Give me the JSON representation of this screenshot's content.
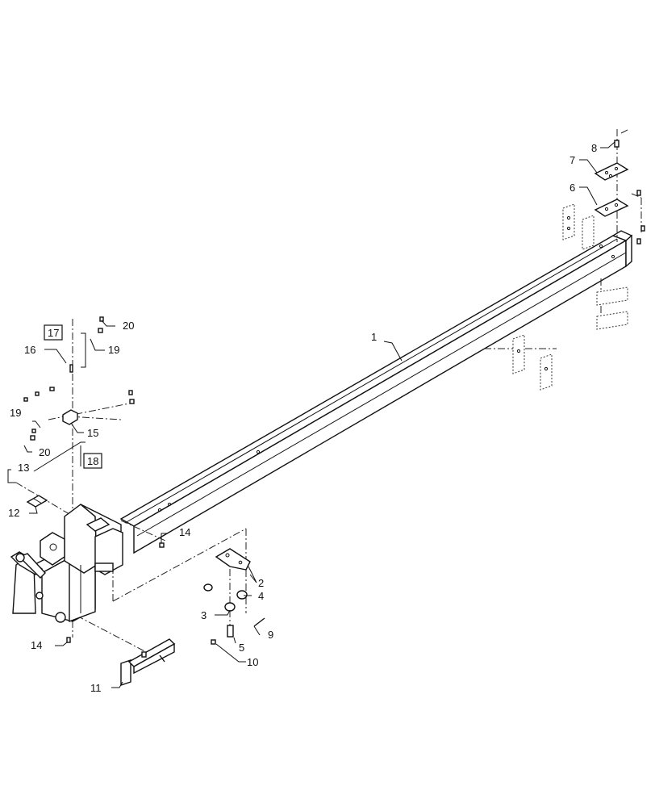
{
  "callouts": [
    {
      "id": "c1",
      "text": "1"
    },
    {
      "id": "c2",
      "text": "2"
    },
    {
      "id": "c3",
      "text": "3"
    },
    {
      "id": "c4",
      "text": "4"
    },
    {
      "id": "c5",
      "text": "5"
    },
    {
      "id": "c6",
      "text": "6"
    },
    {
      "id": "c7",
      "text": "7"
    },
    {
      "id": "c8",
      "text": "8"
    },
    {
      "id": "c9",
      "text": "9"
    },
    {
      "id": "c10",
      "text": "10"
    },
    {
      "id": "c11",
      "text": "11"
    },
    {
      "id": "c12",
      "text": "12"
    },
    {
      "id": "c13",
      "text": "13"
    },
    {
      "id": "c14a",
      "text": "14"
    },
    {
      "id": "c14b",
      "text": "14"
    },
    {
      "id": "c15",
      "text": "15"
    },
    {
      "id": "c16",
      "text": "16"
    },
    {
      "id": "c17",
      "text": "17"
    },
    {
      "id": "c18",
      "text": "18"
    },
    {
      "id": "c19a",
      "text": "19"
    },
    {
      "id": "c19b",
      "text": "19"
    },
    {
      "id": "c20a",
      "text": "20"
    },
    {
      "id": "c20b",
      "text": "20"
    }
  ]
}
